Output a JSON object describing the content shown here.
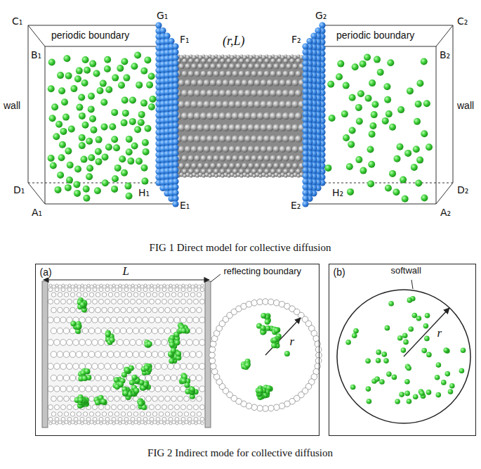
{
  "diagram": {
    "nodes": [
      {
        "text": [
          "(a)",
          "L",
          "reflecting boundary",
          "r"
        ]
      },
      {
        "text": [
          "(b)",
          "softwall",
          "r"
        ]
      }
    ],
    "labels": [
      "C₁",
      "B₁",
      "periodic boundary",
      "G₁",
      "F₁",
      "wall",
      "D₁",
      "H₁",
      "A₁",
      "E₁",
      "(r,L)",
      "G₂",
      "F₂",
      "periodic boundary",
      "C₂",
      "B₂",
      "wall",
      "D₂",
      "H₂",
      "A₂",
      "E₂",
      "FIG 1 Direct model for collective diffusion",
      "FIG 2 Indirect mode for collective diffusion"
    ]
  }
}
